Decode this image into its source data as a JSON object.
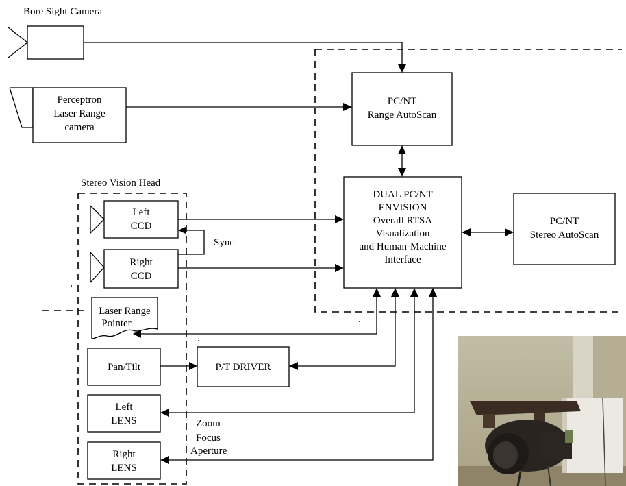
{
  "labels": {
    "bore_sight_camera": "Bore Sight Camera",
    "stereo_vision_head": "Stereo Vision Head",
    "sync": "Sync",
    "zoom": "Zoom",
    "focus": "Focus",
    "aperture": "Aperture"
  },
  "boxes": {
    "perceptron": [
      "Perceptron",
      "Laser Range",
      "camera"
    ],
    "range_autoscan": [
      "PC/NT",
      "Range AutoScan"
    ],
    "envision": [
      "DUAL PC/NT",
      "ENVISION",
      "Overall RTSA",
      "Visualization",
      "and Human-Machine",
      "Interface"
    ],
    "stereo_autoscan": [
      "PC/NT",
      "Stereo AutoScan"
    ],
    "left_ccd": [
      "Left",
      "CCD"
    ],
    "right_ccd": [
      "Right",
      "CCD"
    ],
    "laser_pointer": [
      "Laser Range",
      "Pointer"
    ],
    "pan_tilt": [
      "Pan/Tilt"
    ],
    "pt_driver": [
      "P/T DRIVER"
    ],
    "left_lens": [
      "Left",
      "LENS"
    ],
    "right_lens": [
      "Right",
      "LENS"
    ]
  },
  "photo": {
    "icon": "stereo-camera-photo",
    "colors": {
      "wall": "#b9b39a",
      "mount": "#3a2c22",
      "lens": "#1e1a17",
      "pipe": "#e6e4dc",
      "floor": "#8f8368"
    }
  }
}
